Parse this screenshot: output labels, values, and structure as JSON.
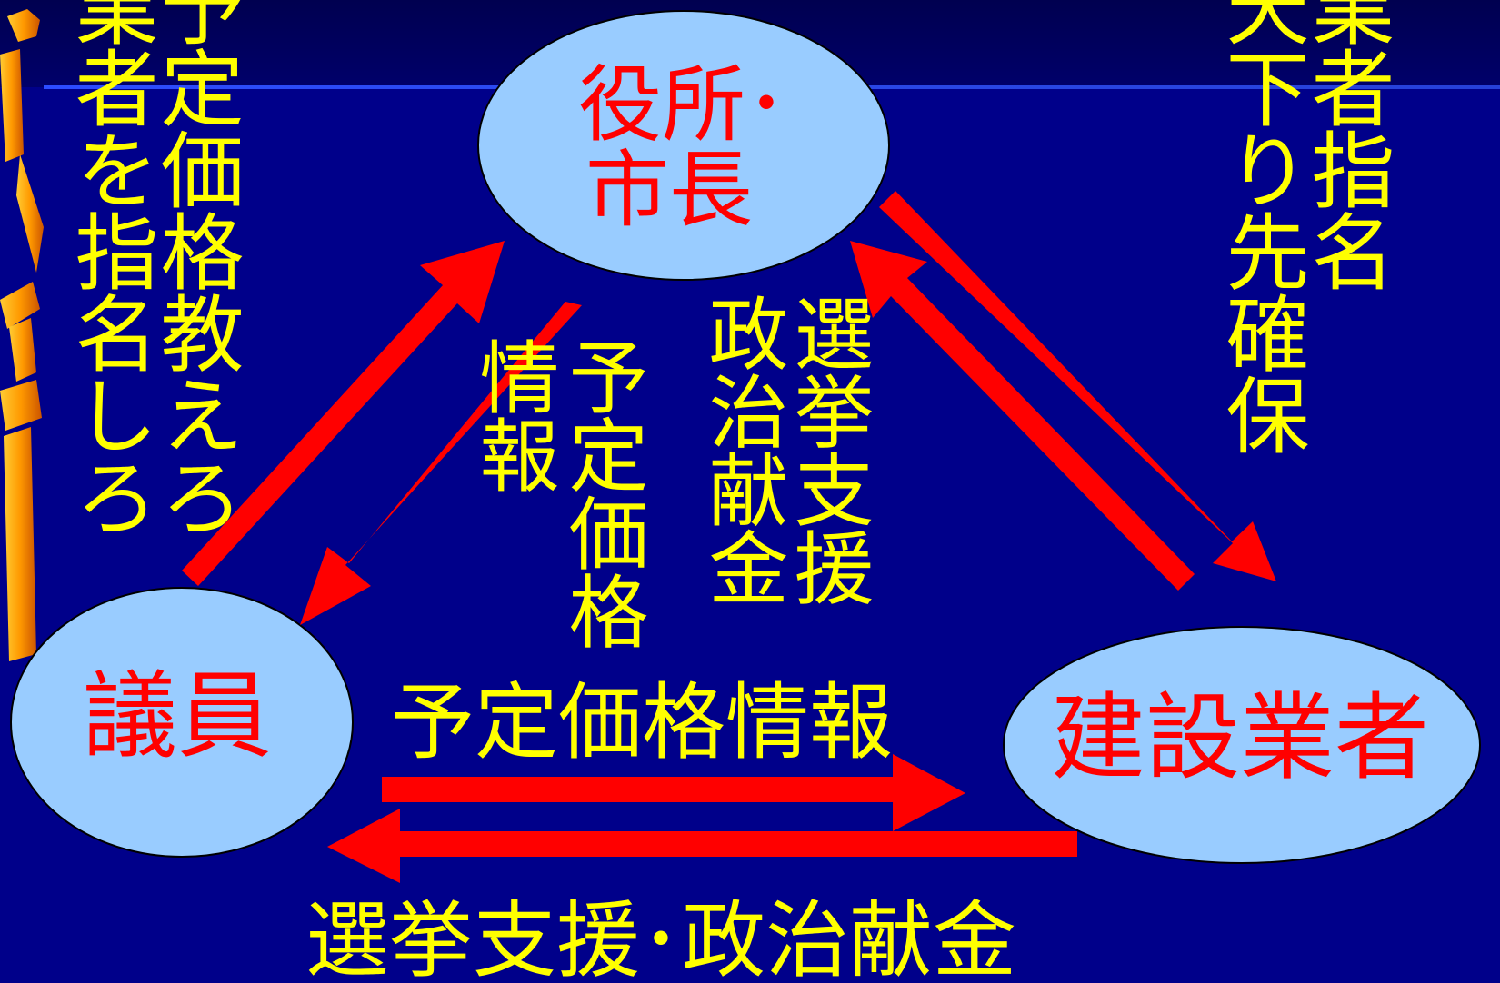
{
  "colors": {
    "background": "#00008a",
    "ellipse_fill": "#99ccff",
    "arrow": "#ff0000",
    "node_text": "#ff0000",
    "annotation_text": "#ffff00",
    "deco": "#ff9900"
  },
  "nodes": {
    "city_hall": {
      "line1": "役所･",
      "line2": "市長"
    },
    "council_member": {
      "label": "議員"
    },
    "contractor": {
      "label": "建設業者"
    }
  },
  "annotations": {
    "top_left": {
      "col1": "業者を指名しろ",
      "col2": "予定価格教えろ"
    },
    "top_right": {
      "col1": "天下り先確保",
      "col2": "業者指名"
    },
    "center_left": {
      "col1": "情報",
      "col2": "予定価格"
    },
    "center_right": {
      "col1": "政治献金",
      "col2": "選挙支援"
    },
    "bottom_upper": "予定価格情報",
    "bottom_lower": "選挙支援･政治献金"
  }
}
